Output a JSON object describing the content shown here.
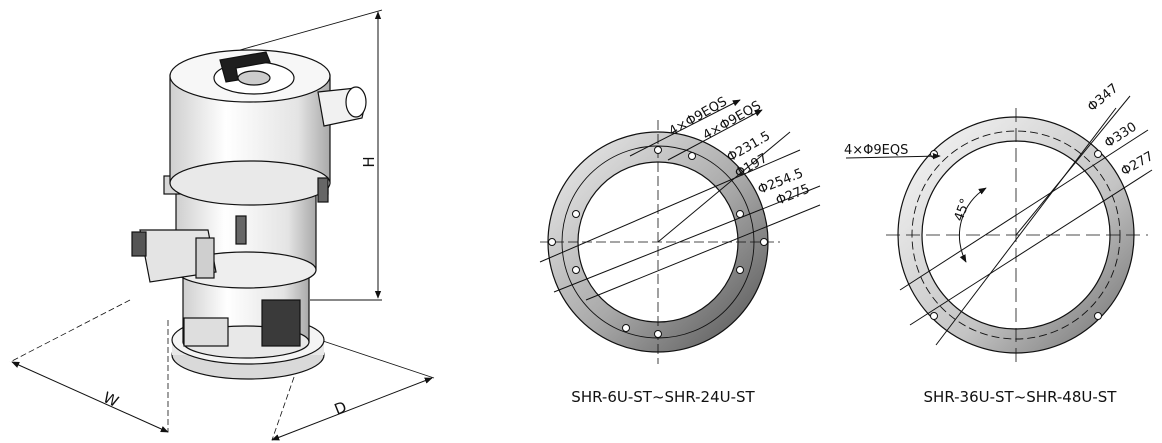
{
  "diagram": {
    "machine": {
      "dim_h": "H",
      "dim_w": "W",
      "dim_d": "D"
    },
    "flange_small": {
      "caption": "SHR-6U-ST~SHR-24U-ST",
      "labels": [
        "4×Φ9EQS",
        "4×Φ9EQS",
        "Φ231.5",
        "Φ197",
        "Φ254.5",
        "Φ275"
      ]
    },
    "flange_large": {
      "caption": "SHR-36U-ST~SHR-48U-ST",
      "labels": [
        "4×Φ9EQS",
        "Φ347",
        "Φ330",
        "Φ277"
      ],
      "angle": "45°"
    }
  },
  "colors": {
    "line": "#111111",
    "ring_light": "#e6e6e6",
    "ring_mid": "#9a9a9a",
    "ring_dark": "#555555",
    "body_fill": "#f2f2f2"
  }
}
